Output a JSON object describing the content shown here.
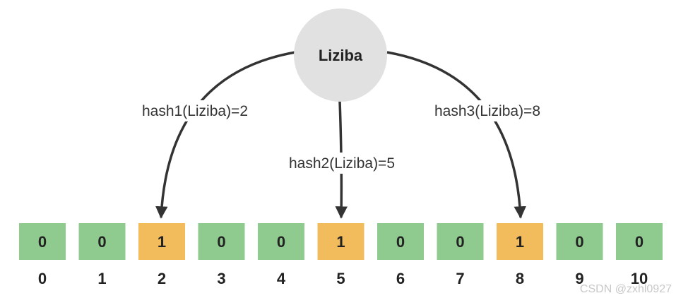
{
  "node": {
    "label": "Liziba"
  },
  "hashes": [
    {
      "label": "hash1(Liziba)=2",
      "target": 2
    },
    {
      "label": "hash2(Liziba)=5",
      "target": 5
    },
    {
      "label": "hash3(Liziba)=8",
      "target": 8
    }
  ],
  "bit_array": {
    "values": [
      "0",
      "0",
      "1",
      "0",
      "0",
      "1",
      "0",
      "0",
      "1",
      "0",
      "0"
    ],
    "indices": [
      "0",
      "1",
      "2",
      "3",
      "4",
      "5",
      "6",
      "7",
      "8",
      "9",
      "10"
    ]
  },
  "colors": {
    "node_fill": "#e1e1e1",
    "bit_zero": "#8fcb8f",
    "bit_one": "#f2bb5c",
    "arrow": "#333333"
  },
  "watermark": "CSDN @zxhl0927"
}
